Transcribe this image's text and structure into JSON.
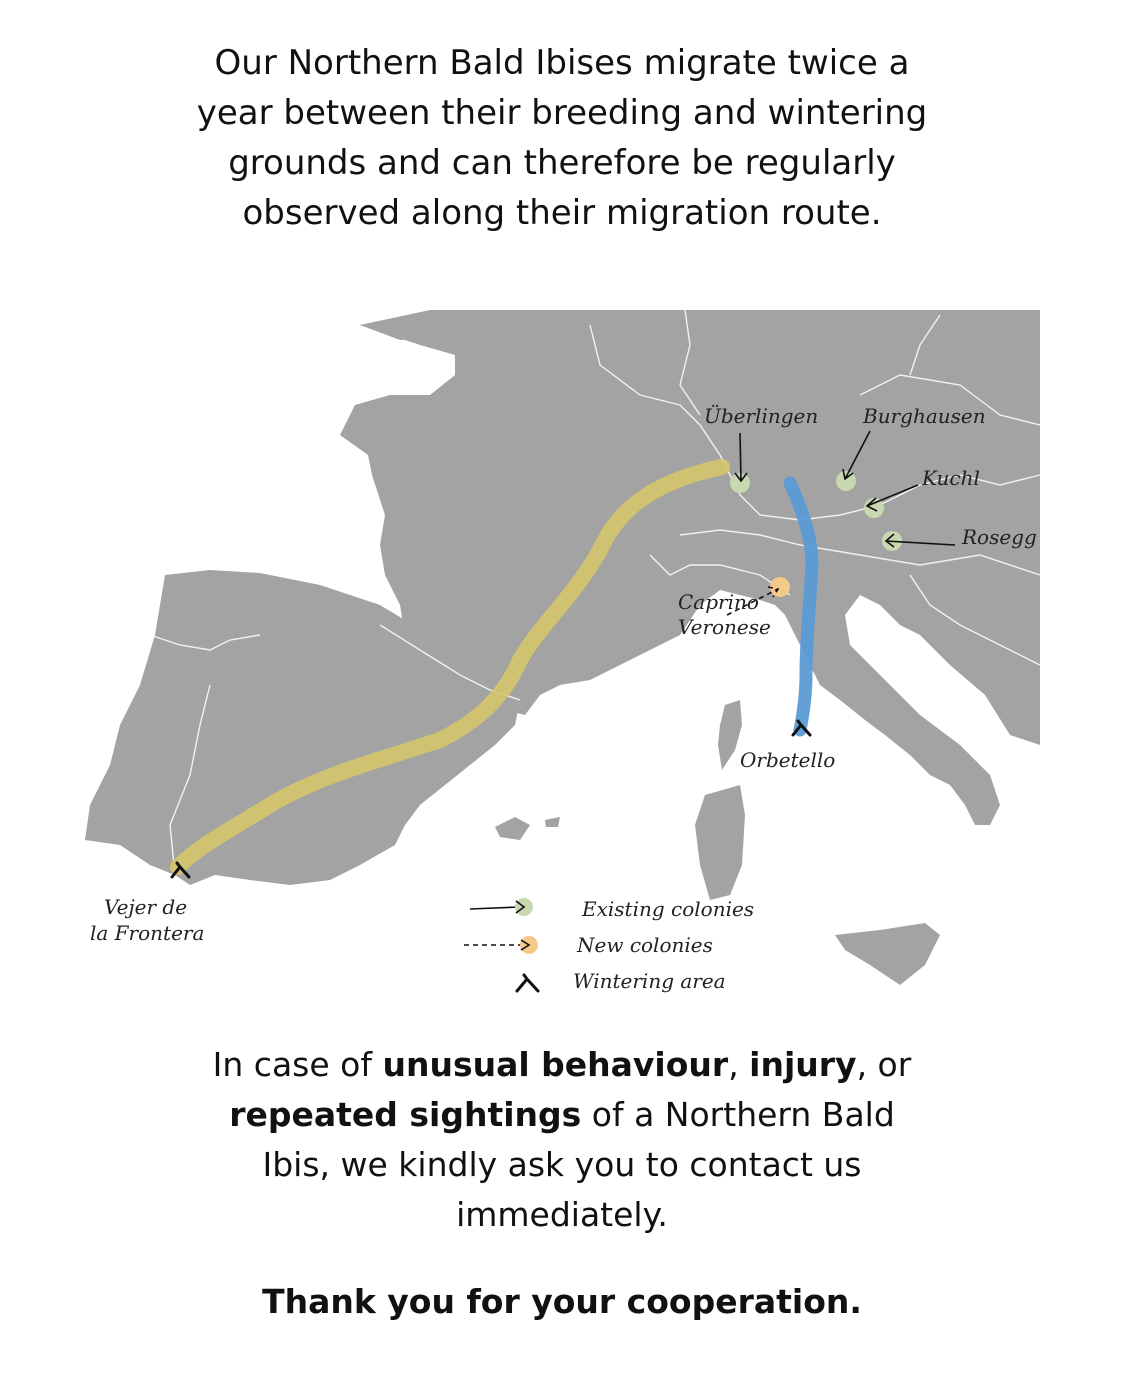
{
  "intro_text": "Our Northern Bald Ibises migrate twice a year between their breeding and wintering grounds and can therefore be regularly observed along their migration route.",
  "map": {
    "places": {
      "uberlingen": "Überlingen",
      "burghausen": "Burghausen",
      "kuchl": "Kuchl",
      "rosegg": "Rosegg",
      "caprino_1": "Caprino",
      "caprino_2": "Veronese",
      "orbetello": "Orbetello",
      "vejer_1": "Vejer de",
      "vejer_2": "la Frontera"
    },
    "routes": [
      {
        "from": "Überlingen",
        "to": "Vejer de la Frontera",
        "color": "#d4c56a"
      },
      {
        "from": "Burghausen",
        "to": "Orbetello",
        "color": "#5b9bd5"
      }
    ],
    "colors": {
      "land": "#a3a3a3",
      "sea": "#ffffff",
      "existing_colony": "#c8d8b0",
      "new_colony": "#f5c98a"
    },
    "legend": {
      "existing": "Existing colonies",
      "new": "New colonies",
      "wintering": "Wintering area"
    }
  },
  "contact": {
    "part1": "In case of ",
    "bold1": "unusual behaviour",
    "part2": ", ",
    "bold2": "injury",
    "part3": ", or ",
    "bold3": "repeated sightings",
    "part4": " of a Northern Bald Ibis, we kindly ask you to contact us immediately."
  },
  "thanks": "Thank you for your cooperation."
}
